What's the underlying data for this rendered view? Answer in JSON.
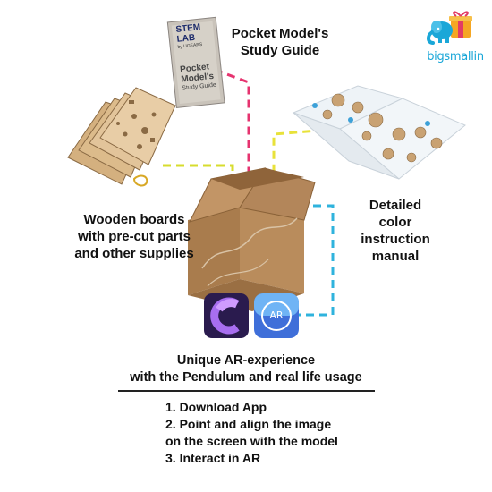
{
  "brand": {
    "name": "bigsmallin",
    "logo_icon": "elephant-gift-icon"
  },
  "callouts": {
    "study_guide": {
      "line1": "Pocket Model's",
      "line2": "Study Guide"
    },
    "wooden_boards": {
      "line1": "Wooden boards",
      "line2": "with pre-cut parts",
      "line3": "and other supplies"
    },
    "manual": {
      "line1": "Detailed",
      "line2": "color",
      "line3": "instruction",
      "line4": "manual"
    }
  },
  "guide_cover": {
    "brand_top": "STEM",
    "brand_bottom": "LAB",
    "brand_sub": "by UGEARS",
    "title1": "Pocket",
    "title2": "Model's",
    "title3": "Study Guide"
  },
  "ar_section": {
    "title_line1": "Unique AR-experience",
    "title_line2": "with the Pendulum and real life usage",
    "app_icons": [
      "c-app-icon",
      "ar-app-icon"
    ],
    "ar_badge": "AR"
  },
  "steps": [
    "1. Download App",
    "2. Point and align the image",
    "on the screen with the model",
    "3. Interact in AR"
  ],
  "colors": {
    "guide_line": "#e6336f",
    "boards_line": "#d7dc2e",
    "manual_line": "#e8e23a",
    "app_line": "#2fb3dd",
    "box": "#b5895a",
    "wood": "#e2c49a"
  }
}
